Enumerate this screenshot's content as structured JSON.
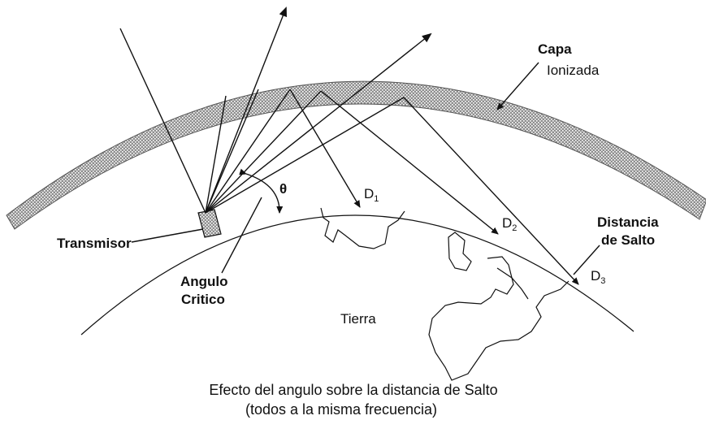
{
  "labels": {
    "capa_line1": "Capa",
    "capa_line2": "Ionizada",
    "theta": "θ",
    "d1": "D",
    "d1_sub": "1",
    "d2": "D",
    "d2_sub": "2",
    "d3": "D",
    "d3_sub": "3",
    "distancia_line1": "Distancia",
    "distancia_line2": "de Salto",
    "transmisor": "Transmisor",
    "angulo_line1": "Angulo",
    "angulo_line2": "Critico",
    "tierra": "Tierra"
  },
  "caption": {
    "line1": "Efecto del angulo sobre la distancia de Salto",
    "line2": "(todos a la misma frecuencia)"
  },
  "colors": {
    "ink": "#111111",
    "layer_fill": "#8f8f8f",
    "background": "#ffffff"
  }
}
